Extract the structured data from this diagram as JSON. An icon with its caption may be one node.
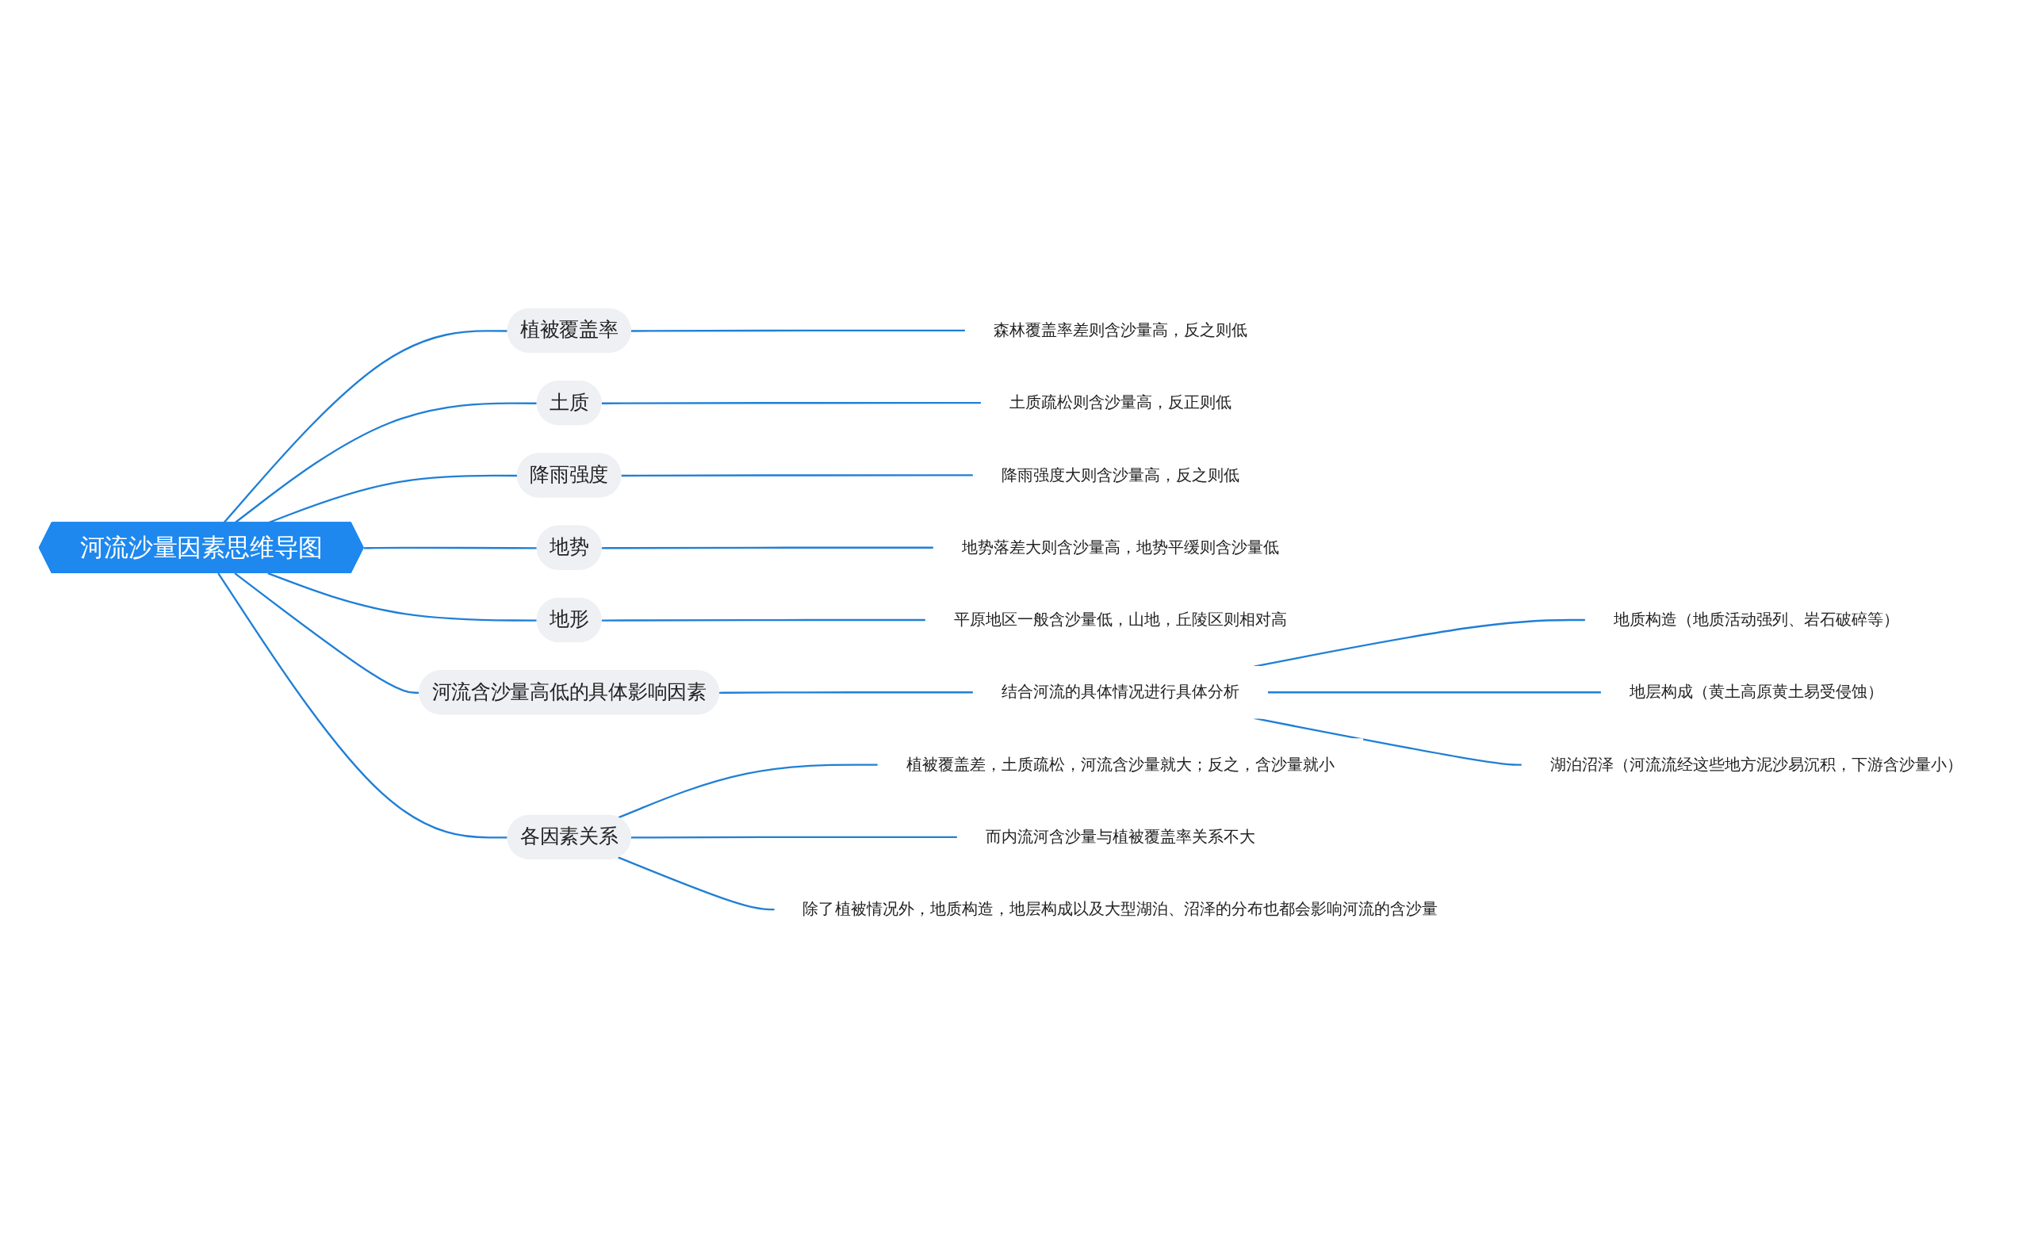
{
  "diagram": {
    "nodes": [
      {
        "text": [
          "河流沙量因素思维导图"
        ]
      },
      {
        "text": [
          "植被覆盖率"
        ]
      },
      {
        "text": [
          "森林覆盖率差则含沙量高，反之则低"
        ]
      },
      {
        "text": [
          "土质"
        ]
      },
      {
        "text": [
          "土质疏松则含沙量高，反正则低"
        ]
      },
      {
        "text": [
          "降雨强度"
        ]
      },
      {
        "text": [
          "降雨强度大则含沙量高，反之则低"
        ]
      },
      {
        "text": [
          "地势"
        ]
      },
      {
        "text": [
          "地势落差大则含沙量高，地势平缓则含沙量低"
        ]
      },
      {
        "text": [
          "地形"
        ]
      },
      {
        "text": [
          "平原地区一般含沙量低，山地，丘陵区则相对高"
        ]
      },
      {
        "text": [
          "河流含沙量高低的具体影响因素"
        ]
      },
      {
        "text": [
          "结合河流的具体情况进行具体分析"
        ]
      },
      {
        "text": [
          "地质构造（地质活动强列、岩石破碎等）"
        ]
      },
      {
        "text": [
          "地层构成（黄土高原黄土易受侵蚀）"
        ]
      },
      {
        "text": [
          "湖泊沼泽（河流流经这些地方泥沙易沉积，下游含沙量小）"
        ]
      },
      {
        "text": [
          "各因素关系"
        ]
      },
      {
        "text": [
          "植被覆盖差，土质疏松，河流含沙量就大；反之，含沙量就小"
        ]
      },
      {
        "text": [
          "而内流河含沙量与植被覆盖率关系不大"
        ]
      },
      {
        "text": [
          "除了植被情况外，地质构造，地层构成以及大型湖泊、沼泽的分布也都会影响河流的含沙量"
        ]
      }
    ],
    "edges": [
      {
        "from": 0,
        "to": 1,
        "arrow": "none"
      },
      {
        "from": 1,
        "to": 2,
        "arrow": "none"
      },
      {
        "from": 0,
        "to": 3,
        "arrow": "none"
      },
      {
        "from": 3,
        "to": 4,
        "arrow": "none"
      },
      {
        "from": 0,
        "to": 5,
        "arrow": "none"
      },
      {
        "from": 5,
        "to": 6,
        "arrow": "none"
      },
      {
        "from": 0,
        "to": 7,
        "arrow": "none"
      },
      {
        "from": 7,
        "to": 8,
        "arrow": "none"
      },
      {
        "from": 0,
        "to": 9,
        "arrow": "none"
      },
      {
        "from": 9,
        "to": 10,
        "arrow": "none"
      },
      {
        "from": 0,
        "to": 11,
        "arrow": "none"
      },
      {
        "from": 11,
        "to": 12,
        "arrow": "none"
      },
      {
        "from": 12,
        "to": 13,
        "arrow": "none"
      },
      {
        "from": 12,
        "to": 14,
        "arrow": "none"
      },
      {
        "from": 12,
        "to": 15,
        "arrow": "none"
      },
      {
        "from": 0,
        "to": 16,
        "arrow": "none"
      },
      {
        "from": 16,
        "to": 17,
        "arrow": "none"
      },
      {
        "from": 16,
        "to": 18,
        "arrow": "none"
      },
      {
        "from": 16,
        "to": 19,
        "arrow": "none"
      }
    ]
  }
}
